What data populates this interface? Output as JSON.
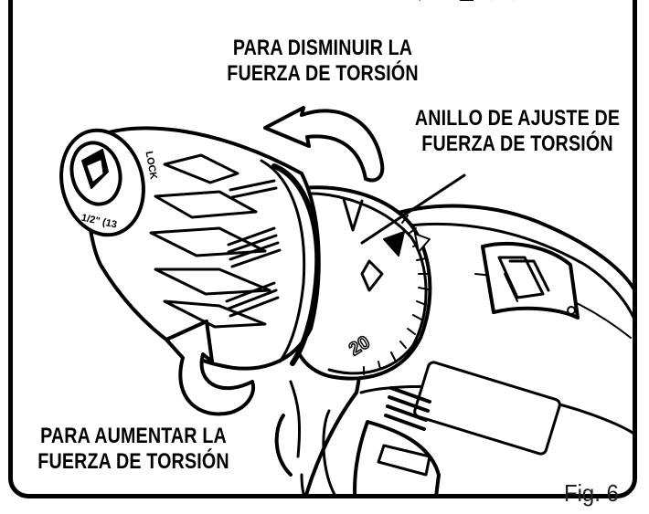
{
  "labels": {
    "decrease_line1": "PARA DISMINUIR LA",
    "decrease_line2": "FUERZA DE TORSIÓN",
    "ring_line1": "ANILLO DE AJUSTE DE",
    "ring_line2": "FUERZA DE TORSIÓN",
    "increase_line1": "PARA AUMENTAR LA",
    "increase_line2": "FUERZA DE TORSIÓN"
  },
  "chuck_text": {
    "lock": "LOCK",
    "size": "1/2\" (13",
    "clutch_number": "20"
  },
  "figure": {
    "caption": "Fig. 6"
  }
}
